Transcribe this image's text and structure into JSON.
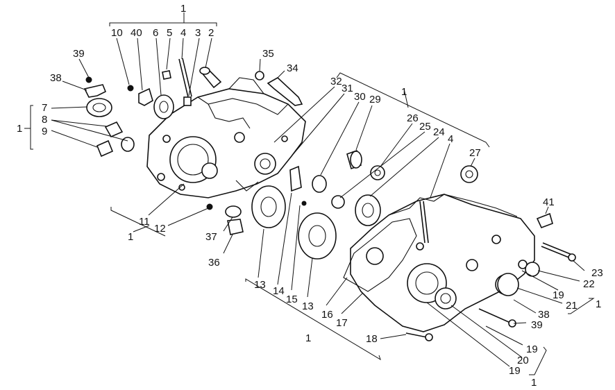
{
  "labels": {
    "n1_top": "1",
    "n10": "10",
    "n40": "40",
    "n6": "6",
    "n5": "5",
    "n4_top": "4",
    "n3": "3",
    "n2": "2",
    "n39_top": "39",
    "n38_top": "38",
    "n35": "35",
    "n34": "34",
    "n7": "7",
    "n8": "8",
    "n9": "9",
    "n1_left": "1",
    "n32": "32",
    "n31": "31",
    "n30": "30",
    "n29": "29",
    "n1_mid": "1",
    "n26": "26",
    "n25": "25",
    "n24": "24",
    "n4_mid": "4",
    "n27": "27",
    "n11": "11",
    "n12": "12",
    "n1_lower_left": "1",
    "n37": "37",
    "n36": "36",
    "n13_a": "13",
    "n14": "14",
    "n15": "15",
    "n13_b": "13",
    "n16": "16",
    "n17": "17",
    "n1_bottom": "1",
    "n18": "18",
    "n41": "41",
    "n23": "23",
    "n22": "22",
    "n19_a": "19",
    "n21": "21",
    "n1_right": "1",
    "n38_right": "38",
    "n39_right": "39",
    "n19_b": "19",
    "n20": "20",
    "n19_c": "19",
    "n1_bottom_right": "1"
  }
}
